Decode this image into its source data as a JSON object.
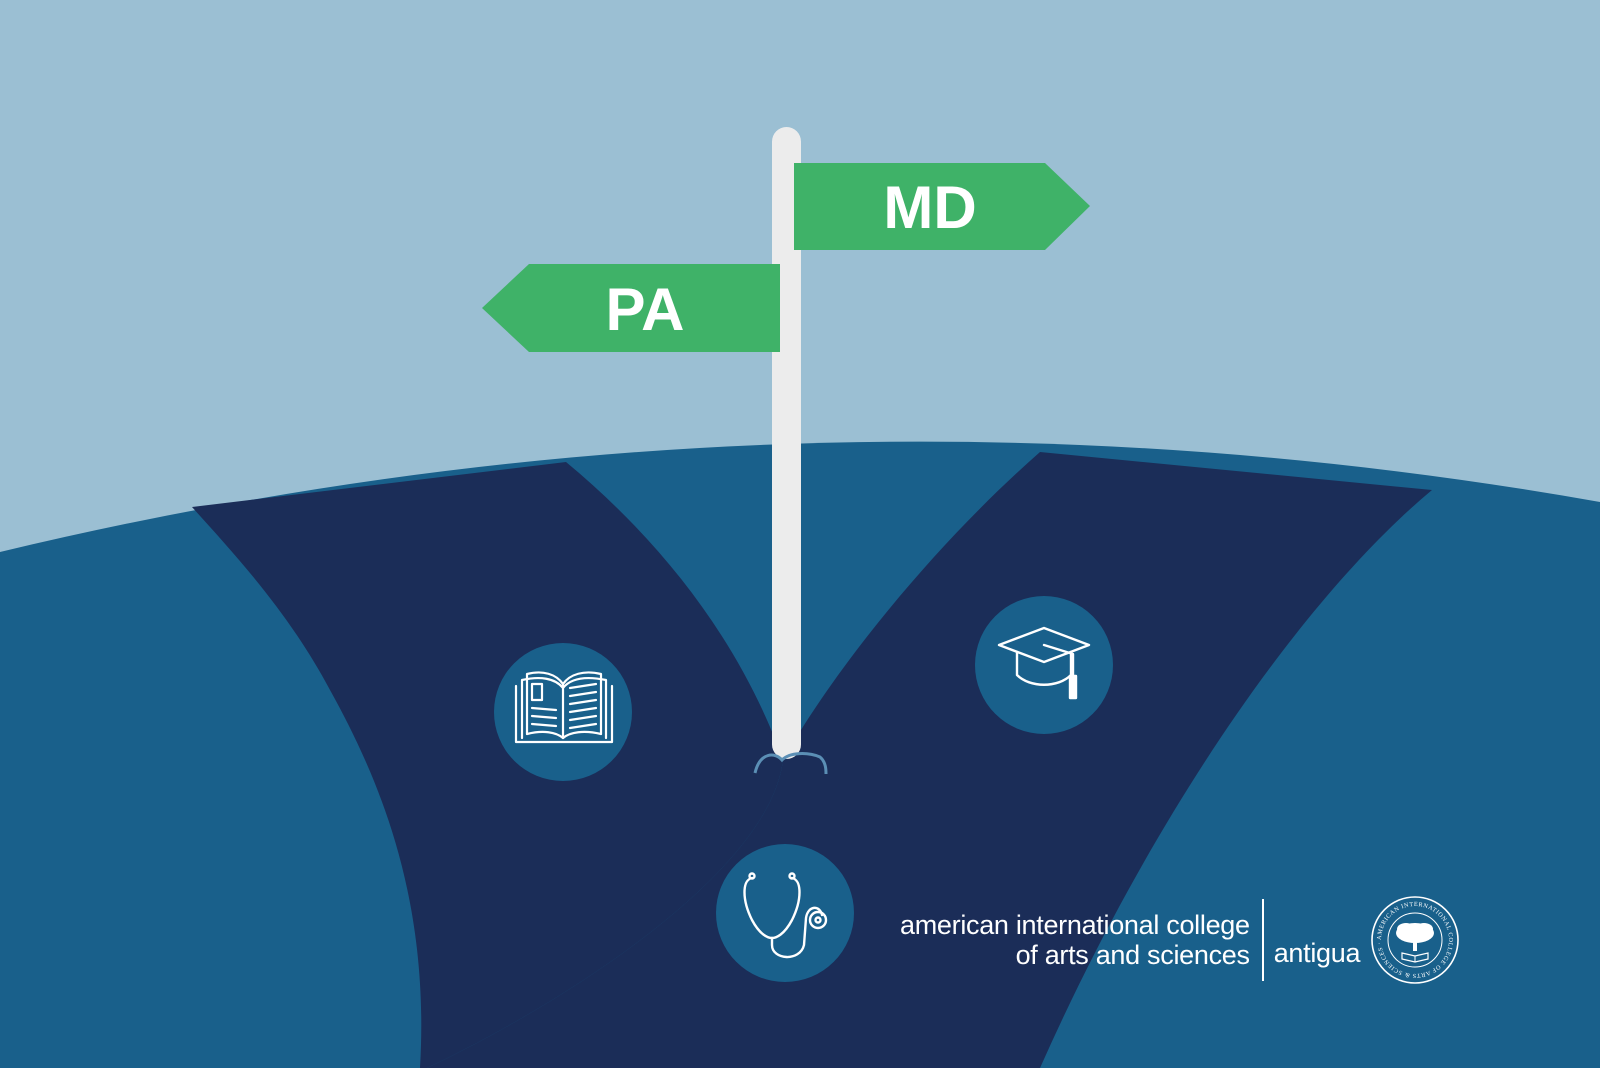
{
  "signs": {
    "left_label": "PA",
    "right_label": "MD"
  },
  "icons": [
    "open-book-icon",
    "graduation-cap-icon",
    "stethoscope-icon"
  ],
  "logo": {
    "name_line1": "american international college",
    "name_line2": "of arts and sciences",
    "place": "antigua",
    "seal_text": "AMERICAN INTERNATIONAL COLLEGE OF ARTS & SCIENCES · ANTIGUA"
  },
  "colors": {
    "sky": "#9bbfd3",
    "ground_light": "#19608b",
    "ground_dark": "#1b2d58",
    "sign_green": "#3fb268",
    "pole": "#ececec",
    "icon_circle": "#19608b"
  }
}
